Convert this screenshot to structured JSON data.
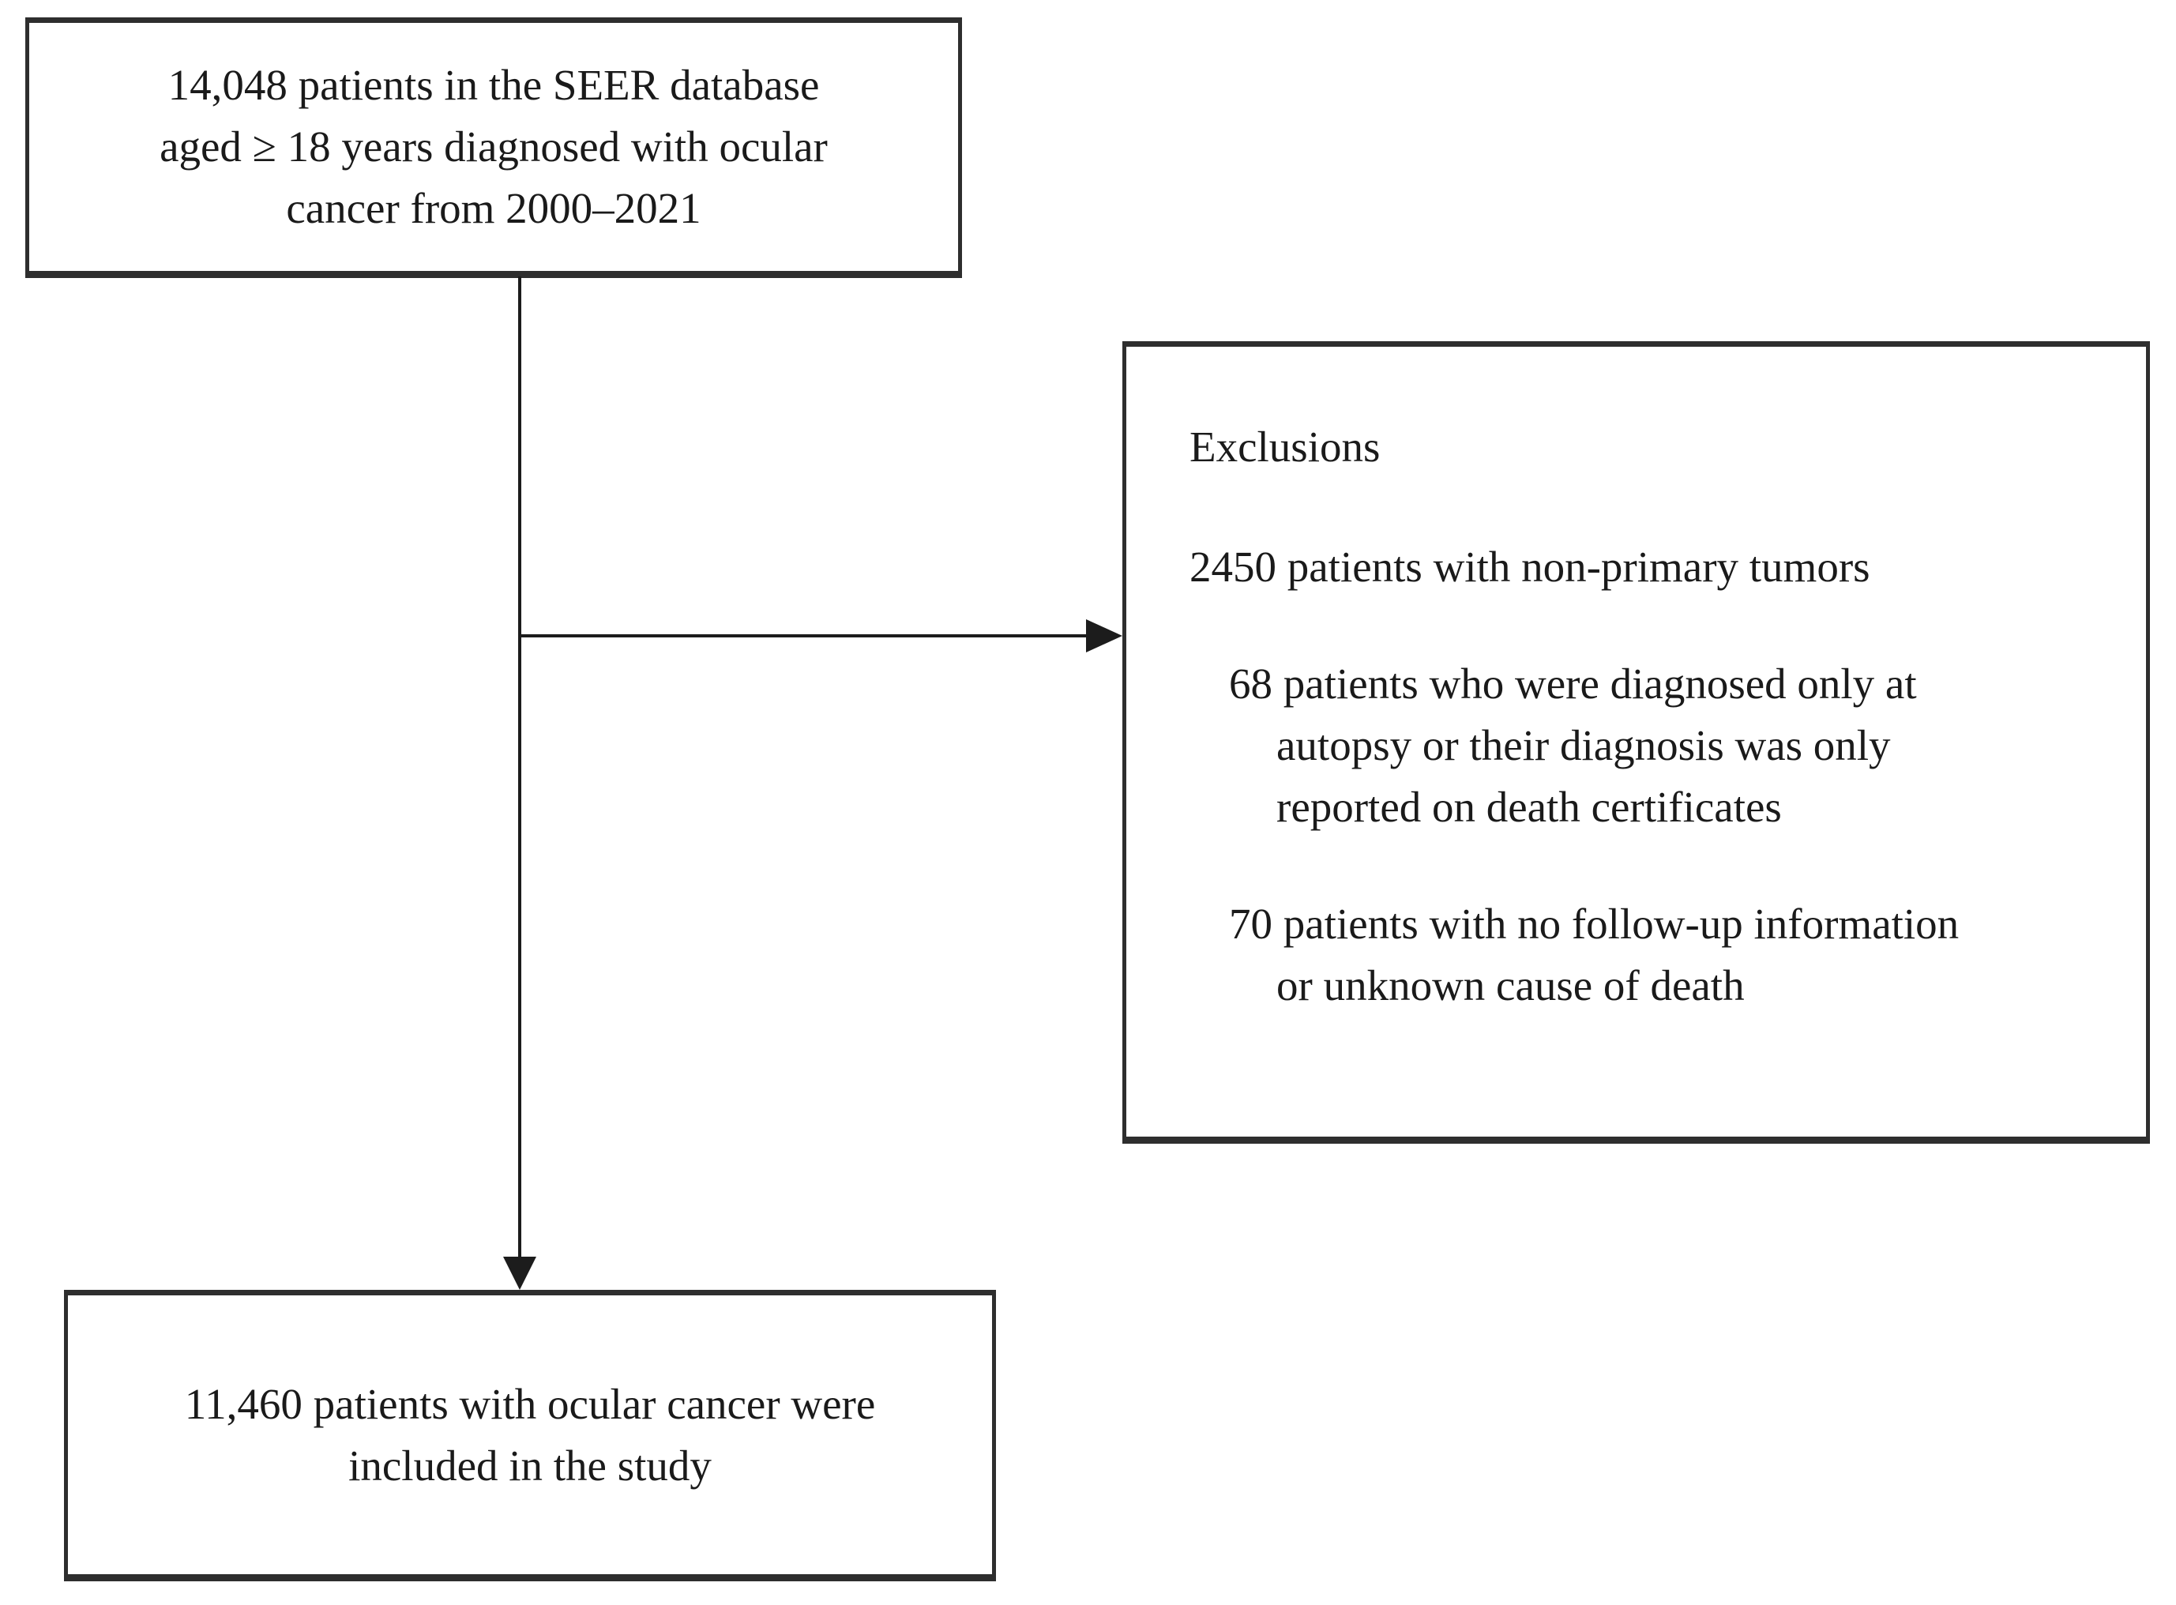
{
  "figure": {
    "background_color": "#ffffff",
    "line_color": "#1c1c1c",
    "border_color": "#2e2e2e",
    "text_color": "#1a1a1a"
  },
  "top_box": {
    "lines": [
      "14,048 patients in the SEER database",
      "aged ≥ 18 years diagnosed with ocular",
      "cancer from 2000–2021"
    ]
  },
  "exclusions_box": {
    "title": "Exclusions",
    "items": [
      {
        "lines": [
          "2450 patients with non-primary tumors"
        ]
      },
      {
        "lines": [
          "68 patients who were diagnosed only at",
          "autopsy or their diagnosis was only",
          "reported on death certificates"
        ]
      },
      {
        "lines": [
          "70 patients with no follow-up information",
          "or unknown cause of death"
        ]
      }
    ]
  },
  "result_box": {
    "lines": [
      "11,460 patients with ocular cancer were",
      "included in the study"
    ]
  }
}
